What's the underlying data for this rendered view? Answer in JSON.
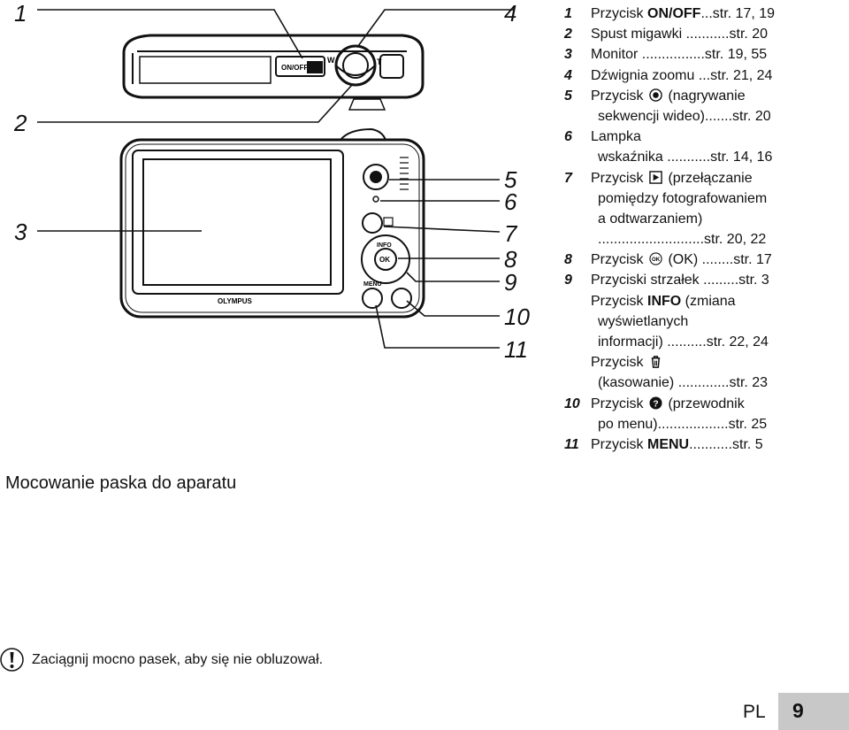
{
  "diagram": {
    "callouts": [
      "1",
      "2",
      "3",
      "4",
      "5",
      "6",
      "7",
      "8",
      "9",
      "10",
      "11"
    ],
    "onoff_label": "ON/OFF",
    "w_label": "W",
    "t_label": "T",
    "brand": "OLYMPUS",
    "info_label": "INFO",
    "ok_label": "OK",
    "menu_label": "MENU"
  },
  "legend": [
    {
      "num": "1",
      "pre": "Przycisk ",
      "bold": "ON/OFF",
      "post": "...str. 17, 19"
    },
    {
      "num": "2",
      "text": "Spust migawki ...........str. 20"
    },
    {
      "num": "3",
      "text": "Monitor ................str. 19, 55"
    },
    {
      "num": "4",
      "text": "Dźwignia zoomu ...str. 21, 24"
    },
    {
      "num": "5",
      "pre": "Przycisk ",
      "icon": "record-icon",
      "post": " (nagrywanie"
    },
    {
      "cont": "sekwencji wideo).......str. 20"
    },
    {
      "num": "6",
      "text": "Lampka"
    },
    {
      "cont": "wskaźnika ...........str. 14, 16"
    },
    {
      "num": "7",
      "pre": "Przycisk ",
      "icon": "play-icon",
      "post": " (przełączanie"
    },
    {
      "cont": "pomiędzy fotografowaniem"
    },
    {
      "cont": "a odtwarzaniem)"
    },
    {
      "cont": "...........................str. 20, 22"
    },
    {
      "num": "8",
      "pre": "Przycisk ",
      "icon": "ok-icon",
      "post": " (OK) ........str. 17"
    },
    {
      "num": "9",
      "text": "Przyciski strzałek .........str. 3"
    },
    {
      "contn": "Przycisk ",
      "bold": "INFO",
      "post": " (zmiana"
    },
    {
      "cont": "wyświetlanych"
    },
    {
      "cont": "informacji) ..........str. 22, 24"
    },
    {
      "contn": "Przycisk ",
      "icon": "trash-icon"
    },
    {
      "cont": "(kasowanie) .............str. 23"
    },
    {
      "num": "10",
      "pre": "Przycisk ",
      "icon": "help-icon",
      "post": " (przewodnik"
    },
    {
      "cont": "po menu)..................str. 25"
    },
    {
      "num": "11",
      "pre": "Przycisk ",
      "bold": "MENU",
      "post": "...........str. 5"
    }
  ],
  "section_title": "Mocowanie paska do aparatu",
  "note": "Zaciągnij mocno pasek, aby się nie obluzował.",
  "footer": {
    "lang": "PL",
    "page": "9"
  }
}
